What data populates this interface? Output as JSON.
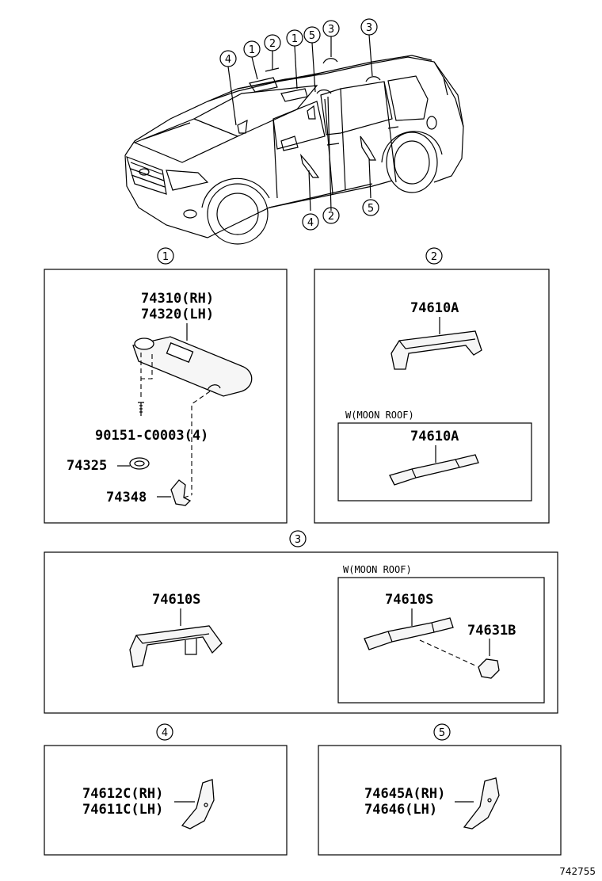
{
  "callouts": {
    "c1": "1",
    "c2": "2",
    "c3": "3",
    "c4": "4",
    "c5": "5"
  },
  "panel1": {
    "pn_rh": "74310(RH)",
    "pn_lh": "74320(LH)",
    "screw": "90151-C0003(4)",
    "p74325": "74325",
    "p74348": "74348"
  },
  "panel2": {
    "handle": "74610A",
    "note": "W(MOON ROOF)",
    "handle_moon": "74610A"
  },
  "panel3": {
    "handle": "74610S",
    "note": "W(MOON ROOF)",
    "handle_moon": "74610S",
    "clip": "74631B"
  },
  "panel4": {
    "rh": "74612C(RH)",
    "lh": "74611C(LH)"
  },
  "panel5": {
    "rh": "74645A(RH)",
    "lh": "74646(LH)"
  },
  "ref_code": "742755"
}
